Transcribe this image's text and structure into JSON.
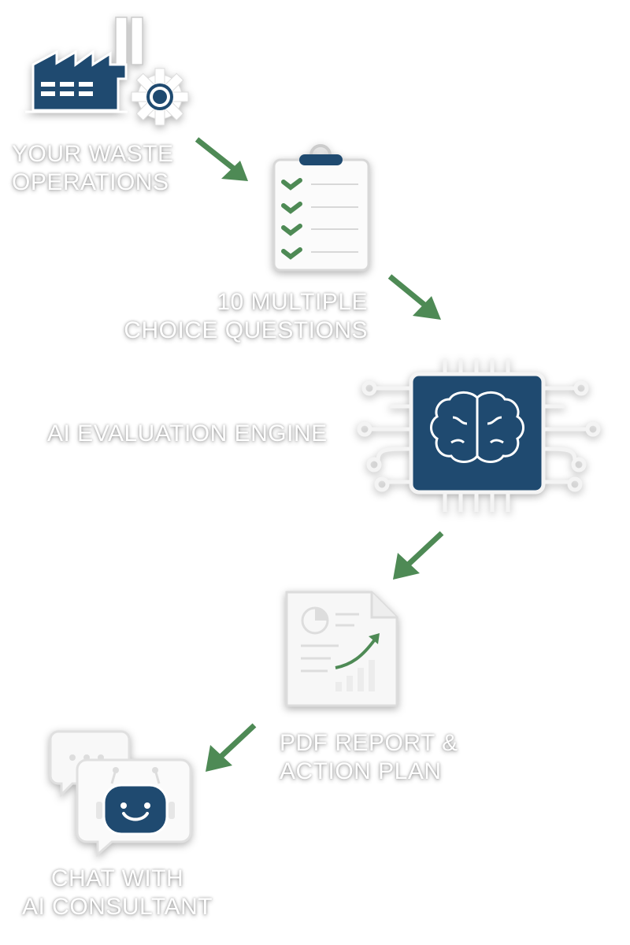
{
  "colors": {
    "navy": "#1f4a70",
    "green": "#4e8a55",
    "white": "#ffffff"
  },
  "steps": [
    {
      "icon": "factory-gear-icon",
      "line1": "YOUR WASTE",
      "line2": "OPERATIONS"
    },
    {
      "icon": "clipboard-checklist-icon",
      "line1": "10 MULTIPLE",
      "line2": "CHOICE QUESTIONS"
    },
    {
      "icon": "ai-chip-brain-icon",
      "line1": "AI EVALUATION ENGINE"
    },
    {
      "icon": "report-document-icon",
      "line1": "PDF REPORT &",
      "line2": "ACTION PLAN"
    },
    {
      "icon": "chat-robot-icon",
      "line1": "CHAT WITH",
      "line2": "AI CONSULTANT"
    }
  ]
}
